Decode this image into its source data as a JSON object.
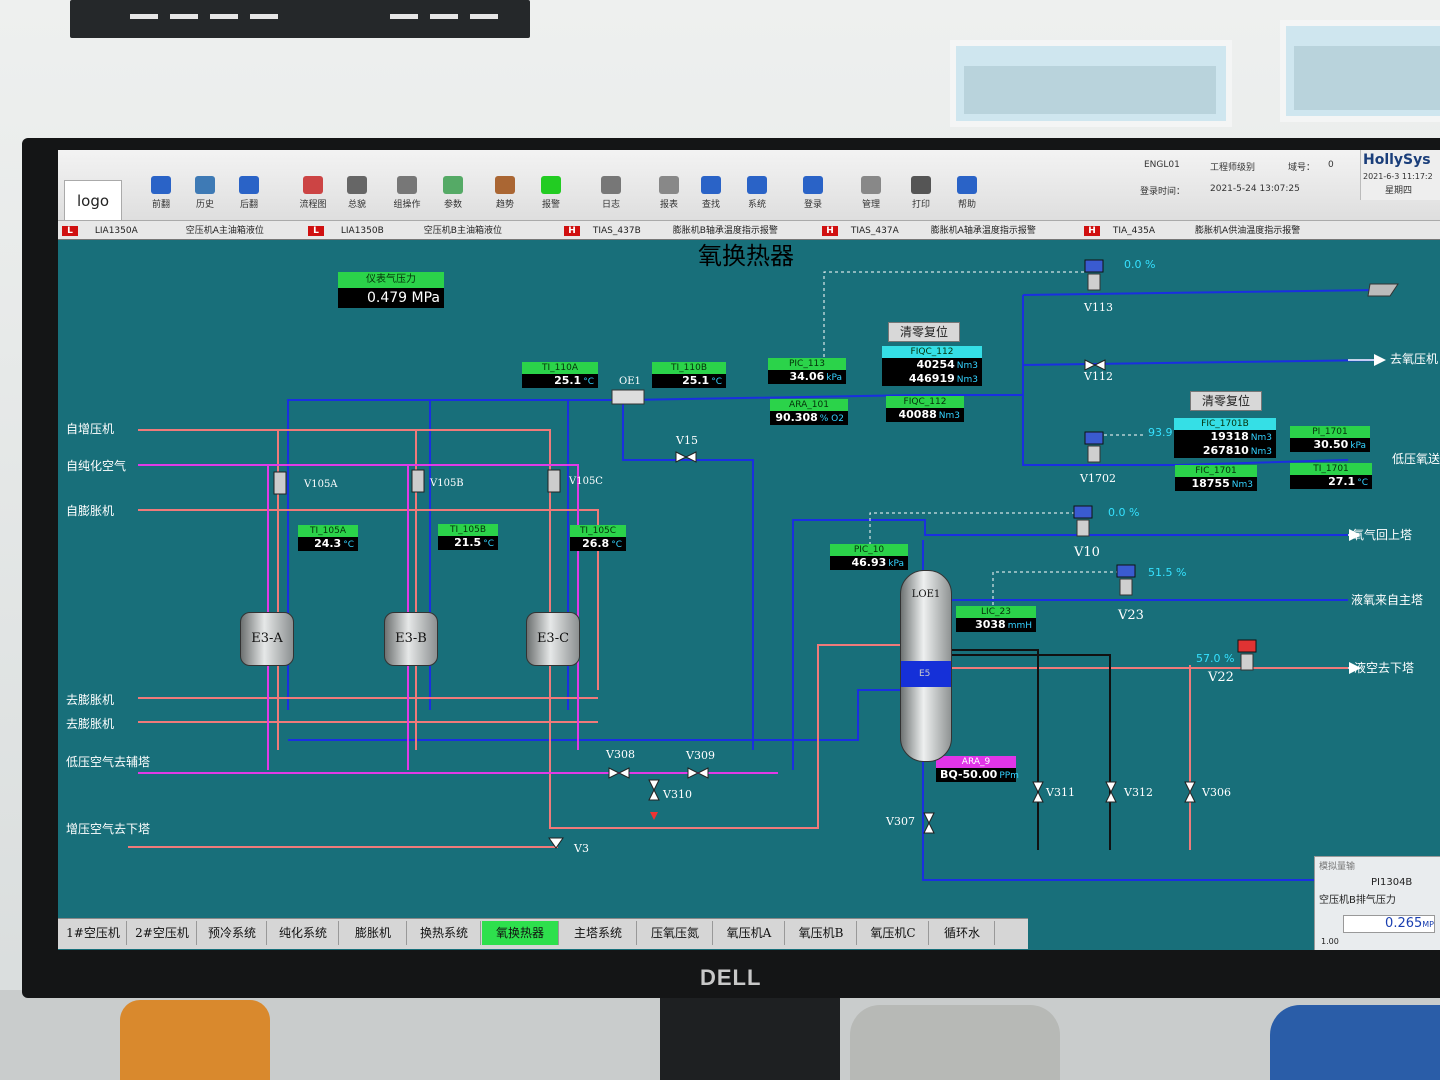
{
  "toolbar": {
    "logo": "logo",
    "buttons": [
      {
        "label": "前翻",
        "icon": "arrow-left-icon"
      },
      {
        "label": "历史",
        "icon": "history-icon"
      },
      {
        "label": "后翻",
        "icon": "arrow-right-icon"
      },
      {
        "label": "流程图",
        "icon": "flowchart-icon"
      },
      {
        "label": "总貌",
        "icon": "overview-icon"
      },
      {
        "label": "组操作",
        "icon": "group-icon"
      },
      {
        "label": "参数",
        "icon": "param-icon"
      },
      {
        "label": "趋势",
        "icon": "trend-icon"
      },
      {
        "label": "报警",
        "icon": "alarm-icon"
      },
      {
        "label": "日志",
        "icon": "log-icon"
      },
      {
        "label": "报表",
        "icon": "report-icon"
      },
      {
        "label": "查找",
        "icon": "search-icon"
      },
      {
        "label": "系统",
        "icon": "system-icon"
      },
      {
        "label": "登录",
        "icon": "key-icon"
      },
      {
        "label": "管理",
        "icon": "gear-icon"
      },
      {
        "label": "打印",
        "icon": "printer-icon"
      },
      {
        "label": "帮助",
        "icon": "help-icon"
      }
    ],
    "user": "ENGL01",
    "level": "工程师级别",
    "domain_label": "域号：",
    "domain_value": "0",
    "login_label": "登录时间：",
    "login_time": "2021-5-24 13:07:25",
    "brand": "HollySys",
    "date": "2021-6-3 11:17:2",
    "weekday": "星期四"
  },
  "alarm_bar": [
    {
      "level": "L",
      "tag": "LIA1350A",
      "desc": "空压机A主油箱液位"
    },
    {
      "level": "L",
      "tag": "LIA1350B",
      "desc": "空压机B主油箱液位"
    },
    {
      "level": "H",
      "tag": "TIAS_437B",
      "desc": "膨胀机B轴承温度指示报警"
    },
    {
      "level": "H",
      "tag": "TIAS_437A",
      "desc": "膨胀机A轴承温度指示报警"
    },
    {
      "level": "H",
      "tag": "TIA_435A",
      "desc": "膨胀机A供油温度指示报警"
    }
  ],
  "page_title": "氧换热器",
  "instrument_air": {
    "label": "仪表气压力",
    "value": "0.479",
    "unit": "MPa"
  },
  "reset_label": "清零复位",
  "tags": {
    "TI_110A": {
      "name": "TI_110A",
      "value": "25.1",
      "unit": "°C"
    },
    "TI_110B": {
      "name": "TI_110B",
      "value": "25.1",
      "unit": "°C"
    },
    "PIC_113": {
      "name": "PIC_113",
      "value": "34.06",
      "unit": "kPa"
    },
    "FIQC_112": {
      "name": "FIQC_112",
      "value": "40254",
      "total": "446919",
      "unit": "Nm3"
    },
    "ARA_101": {
      "name": "ARA_101",
      "value": "90.308",
      "unit": "% O2"
    },
    "FIQC_112b": {
      "name": "FIQC_112",
      "value": "40088",
      "unit": "Nm3"
    },
    "FIC_1701B": {
      "name": "FIC_1701B",
      "value": "19318",
      "total": "267810",
      "unit": "Nm3"
    },
    "FIC_1701": {
      "name": "FIC_1701",
      "value": "18755",
      "unit": "Nm3"
    },
    "PI_1701": {
      "name": "PI_1701",
      "value": "30.50",
      "unit": "kPa"
    },
    "TI_1701": {
      "name": "TI_1701",
      "value": "27.1",
      "unit": "°C"
    },
    "TI_105A": {
      "name": "TI_105A",
      "value": "24.3",
      "unit": "°C"
    },
    "TI_105B": {
      "name": "TI_105B",
      "value": "21.5",
      "unit": "°C"
    },
    "TI_105C": {
      "name": "TI_105C",
      "value": "26.8",
      "unit": "°C"
    },
    "PIC_10": {
      "name": "PIC_10",
      "value": "46.93",
      "unit": "kPa"
    },
    "LIC_23": {
      "name": "LIC_23",
      "value": "3038",
      "unit": "mmH"
    },
    "ARA_9": {
      "name": "ARA_9",
      "value": "BQ-50.00",
      "unit": "PPm"
    }
  },
  "valves": {
    "V113": {
      "name": "V113",
      "opening": "0.0 %"
    },
    "V112": {
      "name": "V112"
    },
    "V1702": {
      "name": "V1702",
      "opening": "93.9"
    },
    "V10": {
      "name": "V10",
      "opening": "0.0 %"
    },
    "V23": {
      "name": "V23",
      "opening": "51.5 %"
    },
    "V22": {
      "name": "V22",
      "opening": "57.0 %"
    },
    "V15": {
      "name": "V15"
    },
    "OE1": {
      "name": "OE1"
    },
    "V105A": {
      "name": "V105A"
    },
    "V105B": {
      "name": "V105B"
    },
    "V105C": {
      "name": "V105C"
    },
    "V308": {
      "name": "V308"
    },
    "V309": {
      "name": "V309"
    },
    "V310": {
      "name": "V310"
    },
    "V311": {
      "name": "V311"
    },
    "V312": {
      "name": "V312"
    },
    "V306": {
      "name": "V306"
    },
    "V307": {
      "name": "V307"
    },
    "V3": {
      "name": "V3"
    }
  },
  "equipment": {
    "E3A": "E3-A",
    "E3B": "E3-B",
    "E3C": "E3-C",
    "column": "LOE1",
    "E5": "E5"
  },
  "streams": {
    "left_in1": "自增压机",
    "left_in2": "自纯化空气",
    "left_in3": "自膨胀机",
    "left_out1": "去膨胀机",
    "left_out2": "去膨胀机",
    "left_out3": "低压空气去辅塔",
    "left_out4": "增压空气去下塔",
    "right1": "去氧压机",
    "right2": "低压氧送",
    "right3": "氧气回上塔",
    "right4": "液氧来自主塔",
    "right5": "液空去下塔"
  },
  "tabs": [
    "1#空压机",
    "2#空压机",
    "预冷系统",
    "纯化系统",
    "膨胀机",
    "换热系统",
    "氧换热器",
    "主塔系统",
    "压氧压氮",
    "氧压机A",
    "氧压机B",
    "氧压机C",
    "循环水"
  ],
  "active_tab": "氧换热器",
  "popup": {
    "title": "模拟量输",
    "tag": "PI1304B",
    "desc": "空压机B排气压力",
    "value": "0.265",
    "unit": "MP",
    "scale": "1.00"
  },
  "colors": {
    "background": "#186f7a",
    "oxygen_line": "#1a2fe0",
    "air_line": "#f07a7a",
    "pure_air": "#e03be6",
    "tag_green": "#2bd34a",
    "tag_cyan": "#35dfe6"
  }
}
